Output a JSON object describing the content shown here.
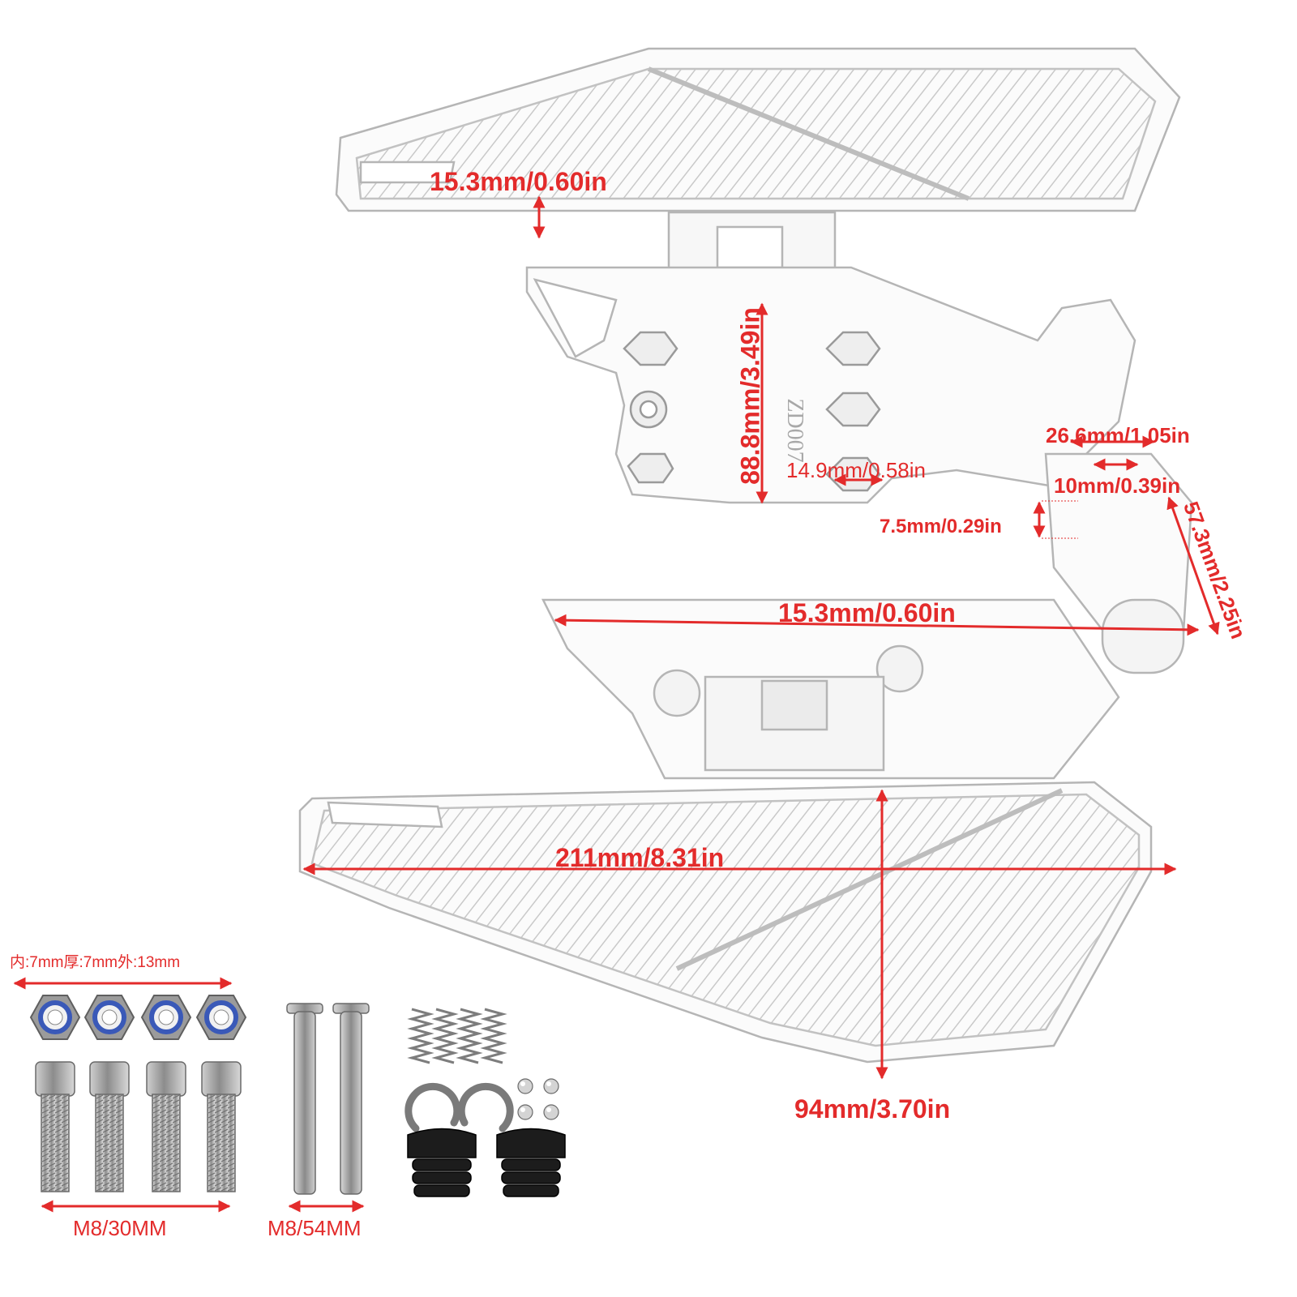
{
  "colors": {
    "dimension": "#e32b2b",
    "sketch": "#b9b9b9",
    "metal": "#a9a9a9",
    "rubber": "#1c1c1c",
    "ring": "#3a59b8"
  },
  "dimensions": {
    "top_board_thickness": "15.3mm/0.60in",
    "bracket_height": "88.8mm/3.49in",
    "hole_spacing": "14.9mm/0.58in",
    "arm_width": "26.6mm/1.05in",
    "pin_diameter": "10mm/0.39in",
    "pin_offset": "7.5mm/0.29in",
    "arm_drop": "57.3mm/2.25in",
    "mid_width": "15.3mm/0.60in",
    "board_length": "211mm/8.31in",
    "board_depth": "94mm/3.70in"
  },
  "part_marking": "ZD007",
  "hardware": {
    "nut_spec": "内:7mm厚:7mm外:13mm",
    "bolt_short_label": "M8/30MM",
    "bolt_long_label": "M8/54MM"
  }
}
